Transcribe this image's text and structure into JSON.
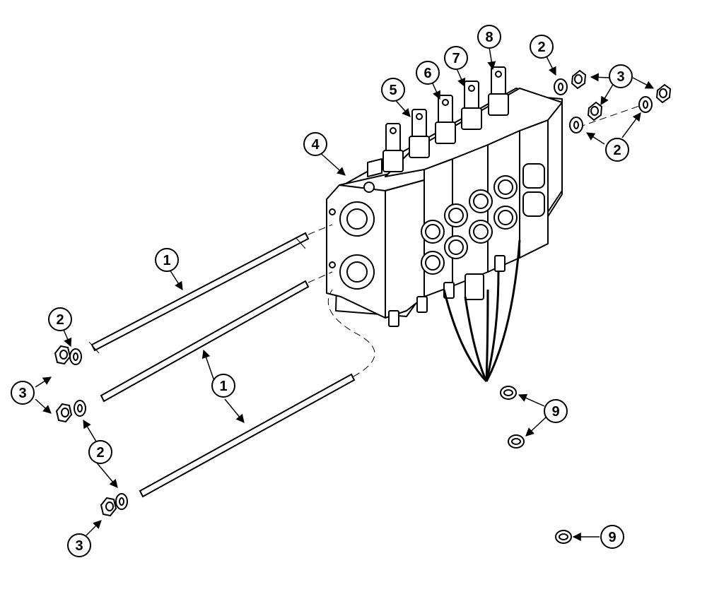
{
  "diagram": {
    "callouts": [
      {
        "id": "c1a",
        "label": "1"
      },
      {
        "id": "c1b",
        "label": "1"
      },
      {
        "id": "c2a",
        "label": "2"
      },
      {
        "id": "c2b",
        "label": "2"
      },
      {
        "id": "c2c",
        "label": "2"
      },
      {
        "id": "c2d",
        "label": "2"
      },
      {
        "id": "c3a",
        "label": "3"
      },
      {
        "id": "c3b",
        "label": "3"
      },
      {
        "id": "c3c",
        "label": "3"
      },
      {
        "id": "c4",
        "label": "4"
      },
      {
        "id": "c5",
        "label": "5"
      },
      {
        "id": "c6",
        "label": "6"
      },
      {
        "id": "c7",
        "label": "7"
      },
      {
        "id": "c8",
        "label": "8"
      },
      {
        "id": "c9a",
        "label": "9"
      },
      {
        "id": "c9b",
        "label": "9"
      }
    ]
  }
}
